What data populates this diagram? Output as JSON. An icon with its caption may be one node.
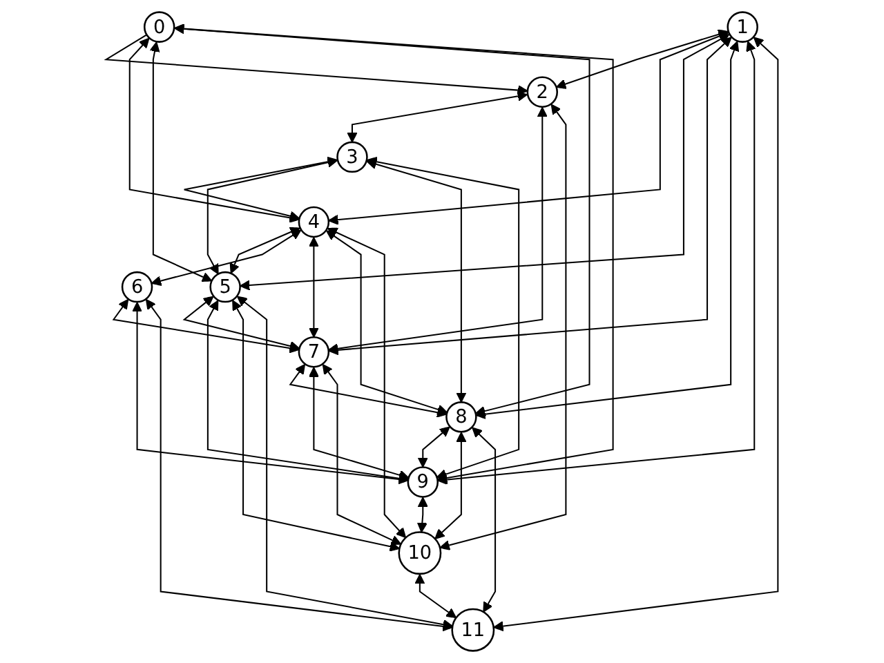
{
  "diagram": {
    "nodes": [
      {
        "text": [
          "0"
        ]
      },
      {
        "text": [
          "1"
        ]
      },
      {
        "text": [
          "2"
        ]
      },
      {
        "text": [
          "3"
        ]
      },
      {
        "text": [
          "4"
        ]
      },
      {
        "text": [
          "5"
        ]
      },
      {
        "text": [
          "6"
        ]
      },
      {
        "text": [
          "7"
        ]
      },
      {
        "text": [
          "8"
        ]
      },
      {
        "text": [
          "9"
        ]
      },
      {
        "text": [
          "10"
        ]
      },
      {
        "text": [
          "11"
        ]
      }
    ],
    "edges": [
      {
        "from": 0,
        "to": 2,
        "arrow": "to"
      },
      {
        "from": 0,
        "to": 4,
        "arrow": "both"
      },
      {
        "from": 0,
        "to": 5,
        "arrow": "both"
      },
      {
        "from": 0,
        "to": 8,
        "arrow": "both"
      },
      {
        "from": 0,
        "to": 9,
        "arrow": "both"
      },
      {
        "from": 1,
        "to": 2,
        "arrow": "both"
      },
      {
        "from": 1,
        "to": 4,
        "arrow": "both"
      },
      {
        "from": 1,
        "to": 5,
        "arrow": "both"
      },
      {
        "from": 1,
        "to": 7,
        "arrow": "both"
      },
      {
        "from": 1,
        "to": 8,
        "arrow": "both"
      },
      {
        "from": 1,
        "to": 9,
        "arrow": "both"
      },
      {
        "from": 1,
        "to": 11,
        "arrow": "both"
      },
      {
        "from": 2,
        "to": 3,
        "arrow": "both"
      },
      {
        "from": 2,
        "to": 7,
        "arrow": "both"
      },
      {
        "from": 2,
        "to": 10,
        "arrow": "both"
      },
      {
        "from": 3,
        "to": 4,
        "arrow": "both"
      },
      {
        "from": 3,
        "to": 5,
        "arrow": "both"
      },
      {
        "from": 3,
        "to": 8,
        "arrow": "both"
      },
      {
        "from": 3,
        "to": 9,
        "arrow": "both"
      },
      {
        "from": 4,
        "to": 5,
        "arrow": "both"
      },
      {
        "from": 4,
        "to": 6,
        "arrow": "both"
      },
      {
        "from": 4,
        "to": 7,
        "arrow": "both"
      },
      {
        "from": 4,
        "to": 8,
        "arrow": "both"
      },
      {
        "from": 4,
        "to": 10,
        "arrow": "both"
      },
      {
        "from": 5,
        "to": 7,
        "arrow": "both"
      },
      {
        "from": 5,
        "to": 9,
        "arrow": "both"
      },
      {
        "from": 5,
        "to": 10,
        "arrow": "both"
      },
      {
        "from": 5,
        "to": 11,
        "arrow": "both"
      },
      {
        "from": 6,
        "to": 7,
        "arrow": "both"
      },
      {
        "from": 6,
        "to": 9,
        "arrow": "both"
      },
      {
        "from": 6,
        "to": 11,
        "arrow": "both"
      },
      {
        "from": 7,
        "to": 8,
        "arrow": "both"
      },
      {
        "from": 7,
        "to": 9,
        "arrow": "both"
      },
      {
        "from": 7,
        "to": 10,
        "arrow": "both"
      },
      {
        "from": 8,
        "to": 9,
        "arrow": "both"
      },
      {
        "from": 8,
        "to": 10,
        "arrow": "both"
      },
      {
        "from": 8,
        "to": 11,
        "arrow": "both"
      },
      {
        "from": 9,
        "to": 10,
        "arrow": "both"
      },
      {
        "from": 10,
        "to": 11,
        "arrow": "both"
      }
    ]
  }
}
